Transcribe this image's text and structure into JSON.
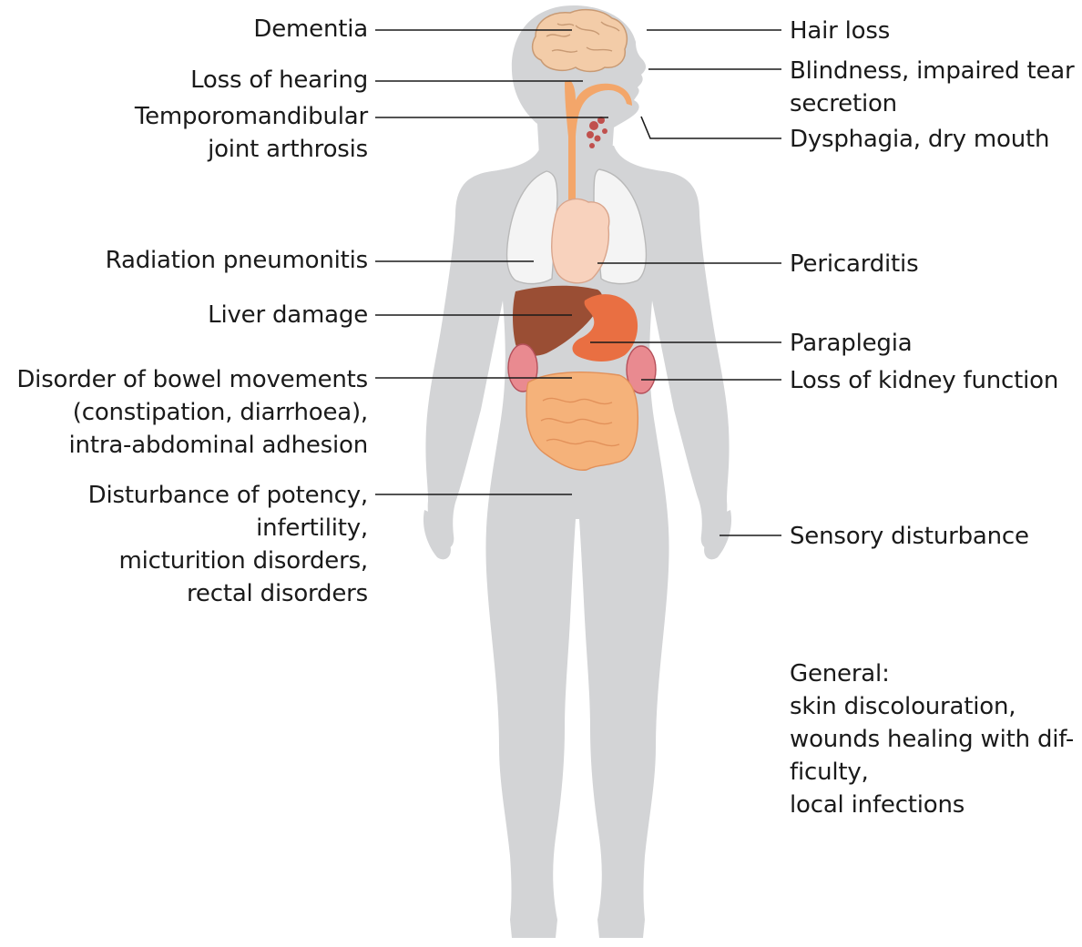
{
  "colors": {
    "body": "#d3d4d6",
    "brain": "#f3cca8",
    "esophagus": "#f3a66a",
    "lungs": "#f4f4f4",
    "heart": "#f8d2bd",
    "liver": "#9a4e34",
    "stomach": "#e96f42",
    "kidney": "#e98a90",
    "intestine": "#f5b27a",
    "leader_line": "#1a1a1a",
    "text": "#1a1a1a"
  },
  "labels_left": [
    {
      "id": "dementia",
      "text": "Dementia"
    },
    {
      "id": "loss-of-hearing",
      "text": "Loss of hearing"
    },
    {
      "id": "tmj-arthrosis",
      "text": "Temporomandibular\njoint arthrosis"
    },
    {
      "id": "radiation-pneumonitis",
      "text": "Radiation pneumonitis"
    },
    {
      "id": "liver-damage",
      "text": "Liver damage"
    },
    {
      "id": "bowel-disorder",
      "text": "Disorder of bowel movements\n(constipation, diarrhoea),\nintra-abdominal adhesion"
    },
    {
      "id": "potency-disturbance",
      "text": "Disturbance of potency,\ninfertility,\nmicturition disorders,\nrectal disorders"
    }
  ],
  "labels_right": [
    {
      "id": "hair-loss",
      "text": "Hair loss"
    },
    {
      "id": "blindness",
      "text": "Blindness, impaired tear\nsecretion"
    },
    {
      "id": "dysphagia",
      "text": "Dysphagia, dry mouth"
    },
    {
      "id": "pericarditis",
      "text": "Pericarditis"
    },
    {
      "id": "paraplegia",
      "text": "Paraplegia"
    },
    {
      "id": "kidney-loss",
      "text": "Loss of kidney function"
    },
    {
      "id": "sensory-disturbance",
      "text": "Sensory disturbance"
    }
  ],
  "general_note": "General:\nskin discolouration,\nwounds healing with dif-\nficulty,\nlocal infections"
}
